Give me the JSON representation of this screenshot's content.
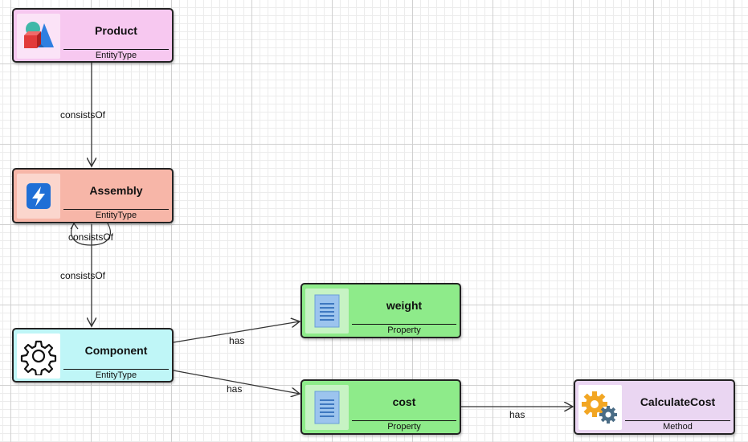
{
  "nodes": {
    "product": {
      "title": "Product",
      "type": "EntityType",
      "icon": "shapes-icon",
      "fill": "#f7c8f0"
    },
    "assembly": {
      "title": "Assembly",
      "type": "EntityType",
      "icon": "lightning-icon",
      "fill": "#f7b6a8"
    },
    "component": {
      "title": "Component",
      "type": "EntityType",
      "icon": "gear-icon",
      "fill": "#bff6f7"
    },
    "weight": {
      "title": "weight",
      "type": "Property",
      "icon": "document-icon",
      "fill": "#8eeb8a"
    },
    "cost": {
      "title": "cost",
      "type": "Property",
      "icon": "document-icon",
      "fill": "#8eeb8a"
    },
    "calculate": {
      "title": "CalculateCost",
      "type": "Method",
      "icon": "gears-icon",
      "fill": "#ead6f2"
    }
  },
  "edges": {
    "product_assembly": "consistsOf",
    "assembly_self": "consistsOf",
    "assembly_component": "consistsOf",
    "component_weight": "has",
    "component_cost": "has",
    "cost_calculate": "has"
  }
}
